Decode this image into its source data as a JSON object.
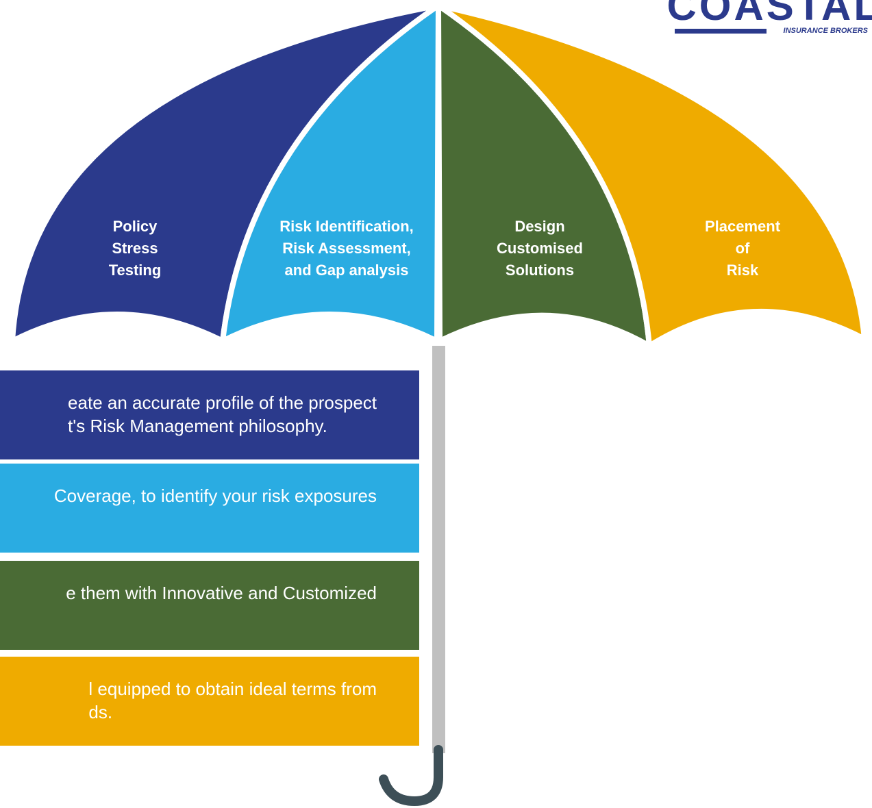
{
  "brand": {
    "name": "COASTAL",
    "tagline": "INSURANCE BROKERS",
    "color": "#2b3a8c"
  },
  "colors": {
    "navy": "#2b3a8c",
    "sky": "#2aace2",
    "green": "#4a6b35",
    "gold": "#efab00",
    "shaft": "#c0c0c0",
    "handle": "#3d4f57"
  },
  "panels": [
    {
      "label": "Policy\nStress\nTesting",
      "color": "#2b3a8c"
    },
    {
      "label": "Risk Identification,\nRisk Assessment,\nand Gap analysis",
      "color": "#2aace2"
    },
    {
      "label": "Design\nCustomised\nSolutions",
      "color": "#4a6b35"
    },
    {
      "label": "Placement\nof\nRisk",
      "color": "#efab00"
    }
  ],
  "bands": [
    {
      "text": "eate an accurate profile of the prospect\nt's Risk Management philosophy.",
      "color": "#2b3a8c"
    },
    {
      "text": "Coverage, to identify your risk exposures",
      "color": "#2aace2"
    },
    {
      "text": "e them with Innovative and Customized",
      "color": "#4a6b35"
    },
    {
      "text": "l equipped to obtain ideal terms from\nds.",
      "color": "#efab00"
    }
  ]
}
